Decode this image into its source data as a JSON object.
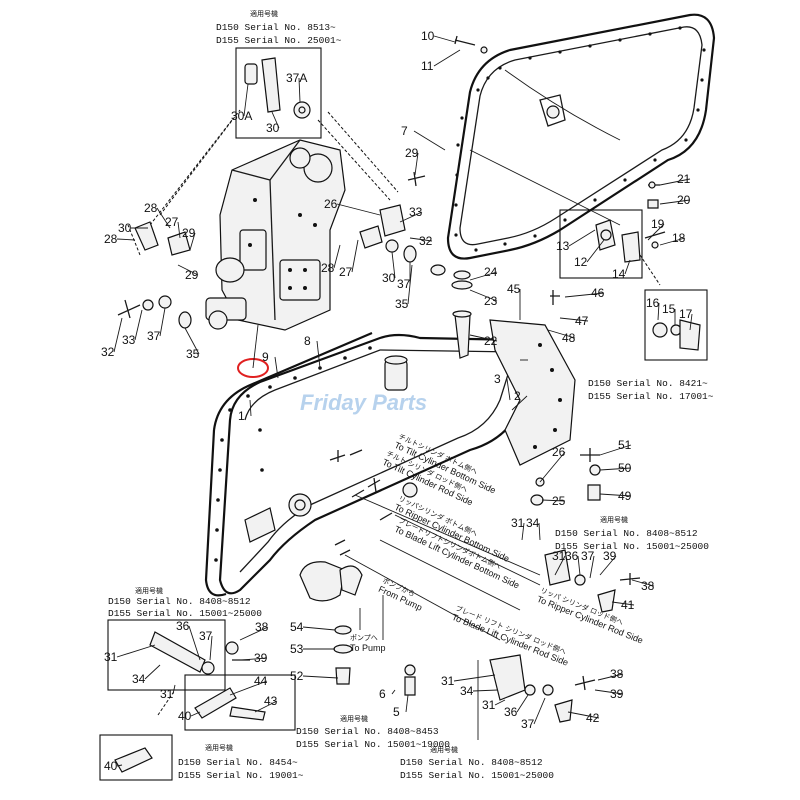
{
  "watermark": "Friday Parts",
  "serial_notes": [
    {
      "jp": "適用号機",
      "lines": [
        "D150  Serial No. 8513~",
        "D155  Serial No. 25001~"
      ]
    },
    {
      "jp": "",
      "lines": [
        "D150  Serial No. 8421~",
        "D155  Serial No. 17001~"
      ]
    },
    {
      "jp": "適用号機",
      "lines": [
        "D150  Serial No. 8408~8512",
        "D155  Serial No. 15001~25000"
      ]
    },
    {
      "jp": "適用号機",
      "lines": [
        "D150  Serial No. 8408~8512",
        "D155  Serial No. 15001~25000"
      ]
    },
    {
      "jp": "適用号機",
      "lines": [
        "D150  Serial No. 8408~8453",
        "D155  Serial No. 15001~19000"
      ]
    },
    {
      "jp": "適用号機",
      "lines": [
        "D150  Serial No. 8454~",
        "D155  Serial No. 19001~"
      ]
    },
    {
      "jp": "適用号機",
      "lines": [
        "D150  Serial No. 8408~8512",
        "D155  Serial No. 15001~25000"
      ]
    }
  ],
  "hose_labels": [
    {
      "jp": "チルトシリンダ ボトム側へ",
      "en": "To Tilt Cylinder Bottom Side"
    },
    {
      "jp": "チルト シリンダ ロッド側へ",
      "en": "To Tilt Cylinder Rod Side"
    },
    {
      "jp": "リッパシリンダ ボトム側へ",
      "en": "To Ripper Cylinder Bottom Side"
    },
    {
      "jp": "ブレードリフトシリンダボトム側へ",
      "en": "To Blade Lift Cylinder Bottom Side"
    },
    {
      "jp": "リッパ シリンダ ロッド側へ",
      "en": "To Ripper Cylinder Rod Side"
    },
    {
      "jp": "ブレード リフト シリンダ ロッド側へ",
      "en": "To Blade Lift Cylinder Rod Side"
    },
    {
      "jp": "ポンプから",
      "en": "From Pump"
    },
    {
      "jp": "ポンプへ",
      "en": "To Pump"
    }
  ],
  "callouts": [
    "1",
    "2",
    "3",
    "5",
    "6",
    "7",
    "8",
    "9",
    "10",
    "11",
    "12",
    "13",
    "14",
    "15",
    "16",
    "17",
    "18",
    "19",
    "20",
    "21",
    "22",
    "23",
    "24",
    "25",
    "26",
    "27",
    "28",
    "29",
    "30",
    "30A",
    "31",
    "32",
    "33",
    "34",
    "35",
    "36",
    "37",
    "37A",
    "38",
    "39",
    "40",
    "41",
    "42",
    "43",
    "44",
    "45",
    "46",
    "47",
    "48",
    "49",
    "50",
    "51",
    "52",
    "53",
    "54"
  ],
  "colors": {
    "ink": "#111111",
    "watermark": "#9fc3e8",
    "highlight": "#e02020"
  }
}
